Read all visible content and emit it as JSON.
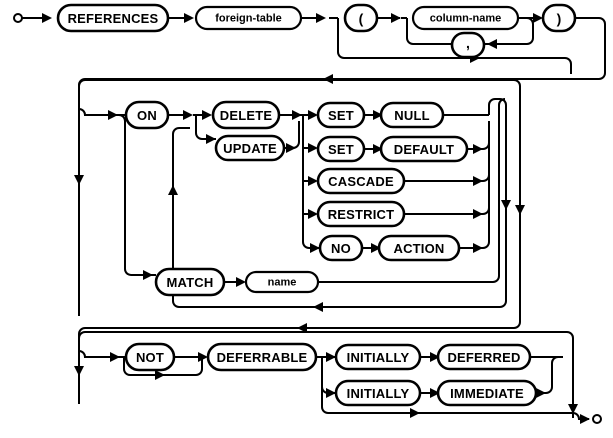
{
  "diagram": {
    "title": "REFERENCES clause syntax diagram",
    "type": "railroad-syntax-diagram",
    "line_color": "#000000",
    "background_color": "#ffffff",
    "nodes": {
      "references": {
        "label": "REFERENCES",
        "kind": "terminal"
      },
      "foreign_table": {
        "label": "foreign-table",
        "kind": "nonterminal"
      },
      "lparen": {
        "label": "(",
        "kind": "terminal"
      },
      "column_name": {
        "label": "column-name",
        "kind": "nonterminal"
      },
      "comma": {
        "label": ",",
        "kind": "terminal"
      },
      "rparen": {
        "label": ")",
        "kind": "terminal"
      },
      "on": {
        "label": "ON",
        "kind": "terminal"
      },
      "delete": {
        "label": "DELETE",
        "kind": "terminal"
      },
      "update": {
        "label": "UPDATE",
        "kind": "terminal"
      },
      "set1": {
        "label": "SET",
        "kind": "terminal"
      },
      "null": {
        "label": "NULL",
        "kind": "terminal"
      },
      "set2": {
        "label": "SET",
        "kind": "terminal"
      },
      "default": {
        "label": "DEFAULT",
        "kind": "terminal"
      },
      "cascade": {
        "label": "CASCADE",
        "kind": "terminal"
      },
      "restrict": {
        "label": "RESTRICT",
        "kind": "terminal"
      },
      "no": {
        "label": "NO",
        "kind": "terminal"
      },
      "action": {
        "label": "ACTION",
        "kind": "terminal"
      },
      "match": {
        "label": "MATCH",
        "kind": "terminal"
      },
      "name": {
        "label": "name",
        "kind": "nonterminal"
      },
      "not": {
        "label": "NOT",
        "kind": "terminal"
      },
      "deferrable": {
        "label": "DEFERRABLE",
        "kind": "terminal"
      },
      "initially1": {
        "label": "INITIALLY",
        "kind": "terminal"
      },
      "deferred": {
        "label": "DEFERRED",
        "kind": "terminal"
      },
      "initially2": {
        "label": "INITIALLY",
        "kind": "terminal"
      },
      "immediate": {
        "label": "IMMEDIATE",
        "kind": "terminal"
      }
    }
  }
}
